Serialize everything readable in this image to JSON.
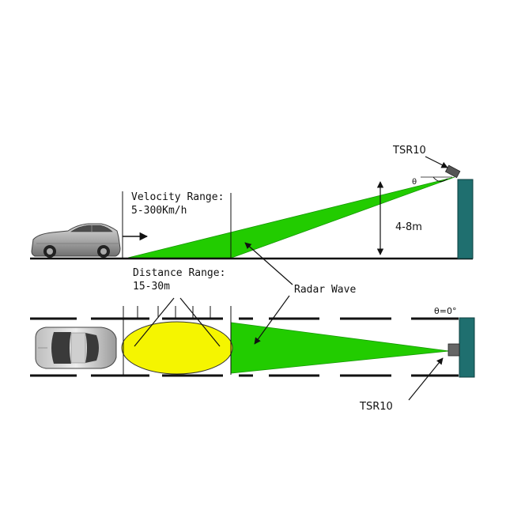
{
  "side_view": {
    "sensor_label": "TSR10",
    "angle_label": "θ",
    "velocity_title": "Velocity Range:",
    "velocity_value": "5-300Km/h",
    "height_label": "4-8m"
  },
  "shared": {
    "radar_label": "Radar Wave"
  },
  "top_view": {
    "distance_title": "Distance Range:",
    "distance_value": "15-30m",
    "angle_label": "θ=0°",
    "sensor_label": "TSR10"
  },
  "colors": {
    "beam": "#22cc00",
    "zone": "#f5f500",
    "pole": "#1f6f6f",
    "ground": "#111111"
  }
}
